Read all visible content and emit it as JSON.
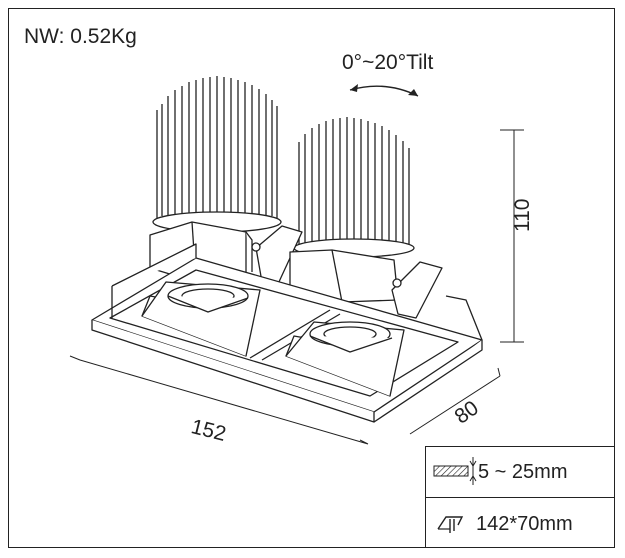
{
  "spec": {
    "net_weight": "NW: 0.52Kg",
    "tilt": "0°~20°Tilt",
    "height": "110",
    "width": "152",
    "depth": "80"
  },
  "legend": {
    "ceiling_thickness": "5 ~ 25mm",
    "cutout": "142*70mm"
  },
  "icons": [
    "hatched-thickness-icon",
    "cutout-icon",
    "tilt-arrow-icon"
  ]
}
